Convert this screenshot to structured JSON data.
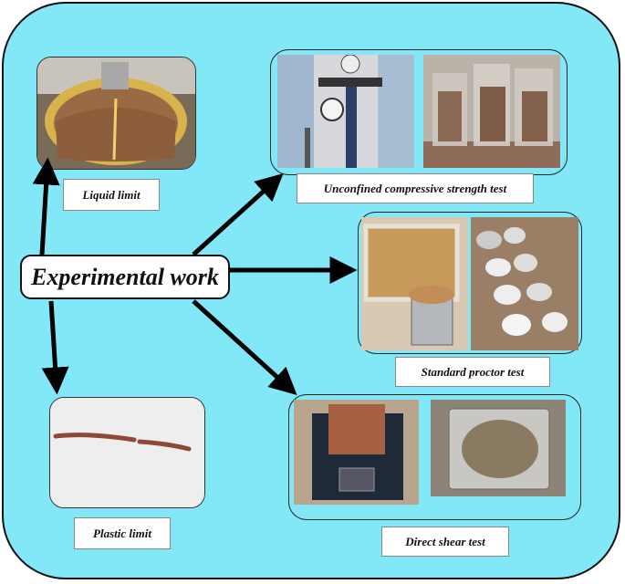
{
  "center": {
    "title": "Experimental work"
  },
  "tests": {
    "liquid_limit": "Liquid limit",
    "ucs": "Unconfined compressive strength test",
    "proctor": "Standard proctor test",
    "direct_shear": "Direct shear test",
    "plastic_limit": "Plastic limit"
  },
  "colors": {
    "background": "#82e8f7",
    "border": "#111111",
    "label_bg": "#ffffff"
  }
}
